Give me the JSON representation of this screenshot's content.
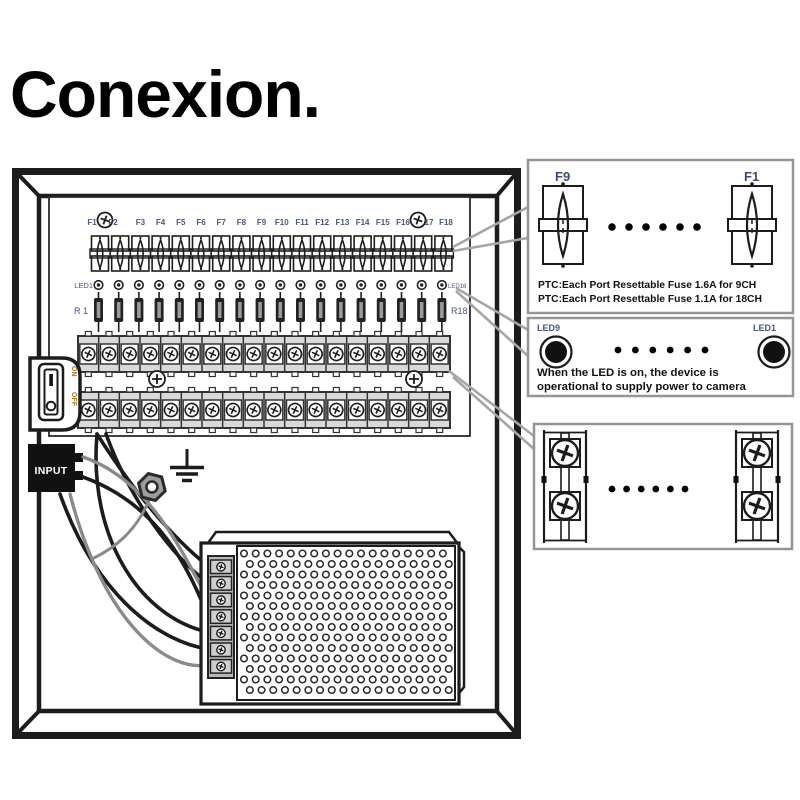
{
  "title": "Conexion.",
  "colors": {
    "line": "#1c1c1c",
    "label_blue": "#46567e",
    "switch_text": "#b0762a",
    "leader": "#a5a5a5",
    "box_border": "#959595",
    "strip_fill": "#d9d9d9",
    "nut_fill": "#9c9c9c",
    "wire_gray": "#8a8a8a"
  },
  "icons": {
    "screw": "circle with phillips cross",
    "ground": "earth-ground three-bar symbol",
    "hex-nut": "hexagon with hole",
    "power-switch": "rocker I/O",
    "dots": "ellipsis of filled circles"
  },
  "board": {
    "fuse_labels": [
      "F1",
      "F2",
      "F3",
      "F4",
      "F5",
      "F6",
      "F7",
      "F8",
      "F9",
      "F10",
      "F11",
      "F12",
      "F13",
      "F14",
      "F15",
      "F16",
      "17",
      "F18"
    ],
    "fuse_count": 18,
    "led_count": 18,
    "resistor_count": 18,
    "terminal_count": 18,
    "led_left_label": "LED1",
    "led_right_label": "LED18",
    "resistor_left_label": "R 1",
    "resistor_right_label": "R18"
  },
  "power_switch": {
    "on": "ON",
    "off": "OFF"
  },
  "input_label": "INPUT",
  "psu": {
    "terminal_count": 7
  },
  "callouts": {
    "fuse": {
      "left_label": "F9",
      "right_label": "F1",
      "line1": "PTC:Each Port Resettable Fuse 1.6A for 9CH",
      "line2": "PTC:Each Port Resettable Fuse 1.1A for 18CH"
    },
    "led": {
      "left_label": "LED9",
      "right_label": "LED1",
      "line1": "When the LED is on, the device is",
      "line2": "operational to supply power to camera"
    }
  }
}
